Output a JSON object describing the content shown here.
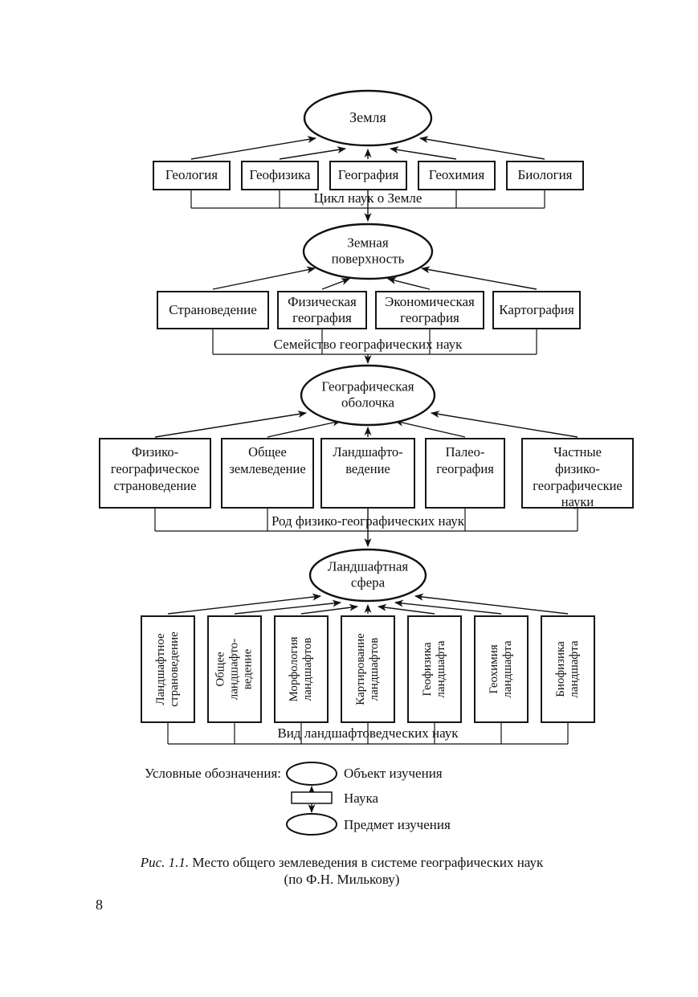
{
  "tiers": [
    {
      "object": "Земля",
      "group_label": "Цикл наук о Земле",
      "boxes": [
        "Геология",
        "Геофизика",
        "География",
        "Геохимия",
        "Биология"
      ]
    },
    {
      "object": "Земная\nповерхность",
      "group_label": "Семейство географических наук",
      "boxes": [
        "Страноведение",
        "Физическая\nгеография",
        "Экономическая\nгеография",
        "Картография"
      ]
    },
    {
      "object": "Географическая\nоболочка",
      "group_label": "Род физико-географических наук",
      "boxes": [
        "Физико-\nгеографическое\nстрановедение",
        "Общее\nземлеведение",
        "Ландшафто-\nведение",
        "Палео-\nгеография",
        "Частные\nфизико-\nгеографические\nнауки"
      ]
    },
    {
      "object": "Ландшафтная\nсфера",
      "group_label": "Вид ландшафтоведческих наук",
      "boxes": [
        "Ландшафтное\nстрановедение",
        "Общее\nландшафто-\nведение",
        "Морфология\nландшафтов",
        "Картирование\nландшафтов",
        "Геофизика\nландшафта",
        "Геохимия\nландшафта",
        "Биофизика\nландшафта"
      ]
    }
  ],
  "legend": {
    "title": "Условные обозначения:",
    "items": [
      {
        "symbol": "ellipse",
        "label": "Объект изучения"
      },
      {
        "symbol": "rectangle",
        "label": "Наука"
      },
      {
        "symbol": "ellipse",
        "label": "Предмет изучения"
      }
    ]
  },
  "caption": {
    "figure_label": "Рис. 1.1.",
    "text": "Место общего землеведения в системе географических наук",
    "attribution": "(по Ф.Н. Милькову)"
  },
  "page": {
    "number": "8"
  },
  "colors": {
    "ink": "#111111",
    "background": "#ffffff"
  }
}
